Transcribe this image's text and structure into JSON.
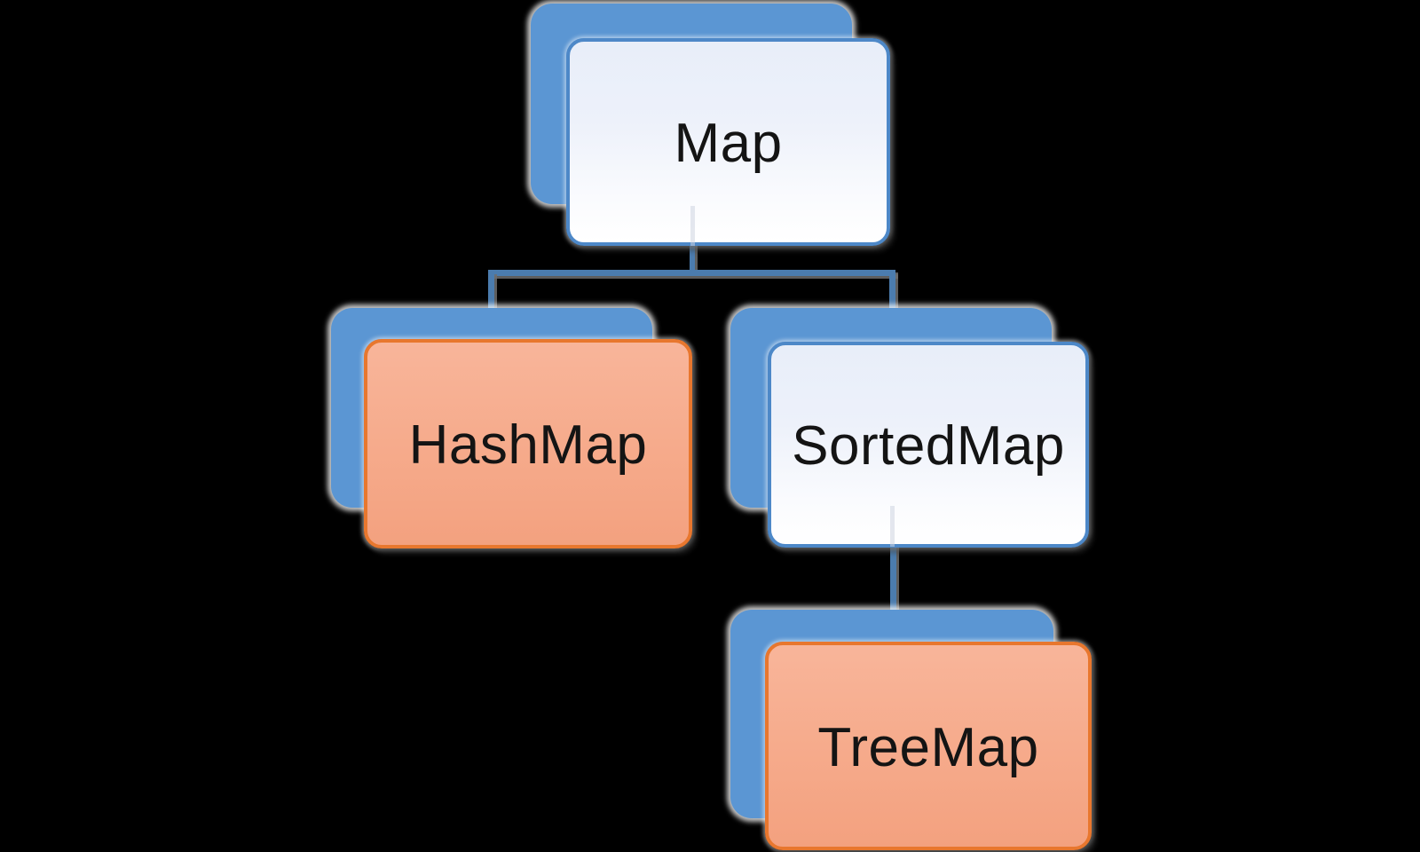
{
  "diagram": {
    "type": "hierarchy-tree",
    "nodes": {
      "map": {
        "label": "Map",
        "variant": "light"
      },
      "hashmap": {
        "label": "HashMap",
        "variant": "orange"
      },
      "sortedmap": {
        "label": "SortedMap",
        "variant": "light"
      },
      "treemap": {
        "label": "TreeMap",
        "variant": "orange"
      }
    },
    "edges": [
      {
        "from": "Map",
        "to": "HashMap"
      },
      {
        "from": "Map",
        "to": "SortedMap"
      },
      {
        "from": "SortedMap",
        "to": "TreeMap"
      }
    ]
  },
  "palette": {
    "canvas_bg": "#000000",
    "shadow_box": "#5b96d3",
    "light_border": "#4d88c8",
    "light_top": "#e8eef9",
    "light_bottom": "#ffffff",
    "orange_border": "#e8772e",
    "orange_top": "#f8b59a",
    "orange_bottom": "#f3a17f",
    "connector": "#4b7cae",
    "connector_shadow": "#6e6e6e",
    "label": "#141414"
  }
}
